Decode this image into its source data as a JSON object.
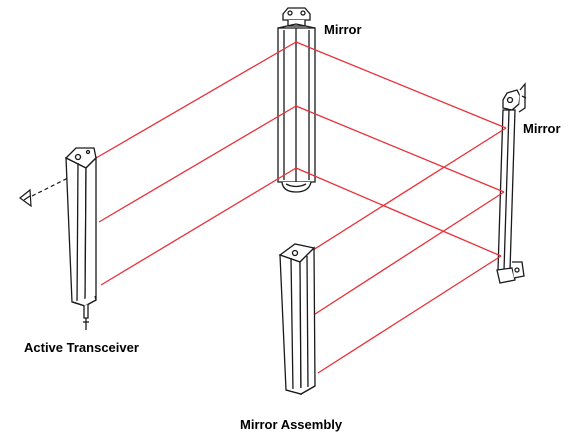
{
  "labels": {
    "mirror_back": "Mirror",
    "mirror_right": "Mirror",
    "active_transceiver": "Active Transceiver",
    "mirror_assembly": "Mirror Assembly"
  },
  "colors": {
    "beam": "#e8303a",
    "outline": "#1a1a1a",
    "background": "#ffffff"
  },
  "icons": {
    "eye": "eye-icon"
  }
}
